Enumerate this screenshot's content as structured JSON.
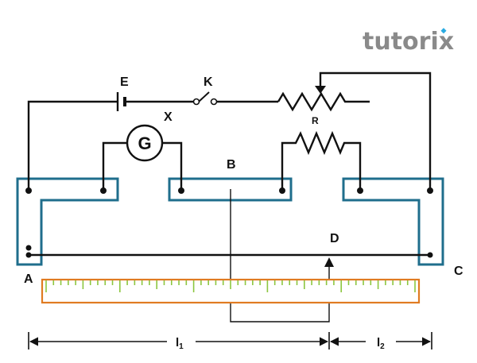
{
  "logo": {
    "text": "tutorix",
    "color": "#8a8a8a",
    "accent": "#29abe2"
  },
  "labels": {
    "battery": "E",
    "key": "K",
    "unknown": "X",
    "galvanometer": "G",
    "middle_strip": "B",
    "resistance_box": "R",
    "jockey_point": "D",
    "end_a": "A",
    "end_c": "C",
    "length_1_main": "l",
    "length_1_sub": "1",
    "length_2_main": "l",
    "length_2_sub": "2"
  },
  "colors": {
    "strip": "#1f6e8c",
    "scale_border": "#e07b22",
    "scale_ticks": "#8cc63f",
    "wire": "#111111"
  }
}
